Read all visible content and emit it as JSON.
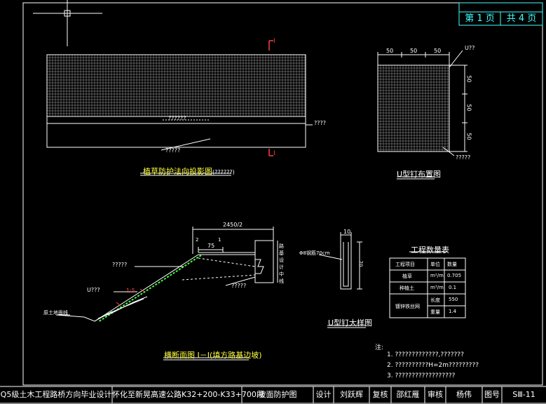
{
  "header": {
    "page_no": "第 1 页",
    "page_total": "共 4 页"
  },
  "elevation": {
    "title": "植草防护法向投影图",
    "title_suffix": "(??????)",
    "label_a": "??????",
    "label_b": "????",
    "label_c": "?????",
    "marker": "I"
  },
  "layout_plan": {
    "title": "U型钉布置图",
    "dims_top": [
      "50",
      "50",
      "50"
    ],
    "dims_right": [
      "50",
      "50",
      "50"
    ],
    "label_u": "U??",
    "label_bottom": "?????"
  },
  "section": {
    "title": "横断面图 I－I(填方路基边坡)",
    "width_dim": "2450/2",
    "dim_75": "75",
    "dim_2": "2",
    "dim_1": "1",
    "ratio": "1:5",
    "label_top": "?????",
    "label_u": "U???",
    "label_ground": "原土地面线",
    "label_right": "?????",
    "label_vertical": "路基设计中线"
  },
  "u_nail": {
    "title": "U型钉大样图",
    "dim_top": "10",
    "spec": "Φ8钢筋70cm",
    "dim_side": "70"
  },
  "quantity_table": {
    "title": "工程数量表",
    "headers": [
      "工程项目",
      "单位",
      "数量"
    ],
    "rows": [
      [
        "植草",
        "m²/m",
        "0.705"
      ],
      [
        "种植土",
        "m³/m",
        "0.1"
      ],
      [
        "镀锌铁丝网",
        "长度",
        "550"
      ],
      [
        "",
        "重量",
        "1.4"
      ]
    ]
  },
  "notes": {
    "heading": "注:",
    "items": [
      "1. ?????????????,???????",
      "2. ??????????H=2m?????????",
      "3. ??????????????????"
    ]
  },
  "title_block": {
    "school": "Q5级土木工程路桥方向毕业设计",
    "project": "怀化至新晃高速公路K32+200-K33+700段",
    "drawing": "坡面防护图",
    "design_label": "设计",
    "designer": "刘跃辉",
    "review_label": "复核",
    "reviewer": "邵红雁",
    "audit_label": "审核",
    "auditor": "杨伟",
    "fig_label": "图号",
    "fig_no": "SⅢ-11"
  }
}
